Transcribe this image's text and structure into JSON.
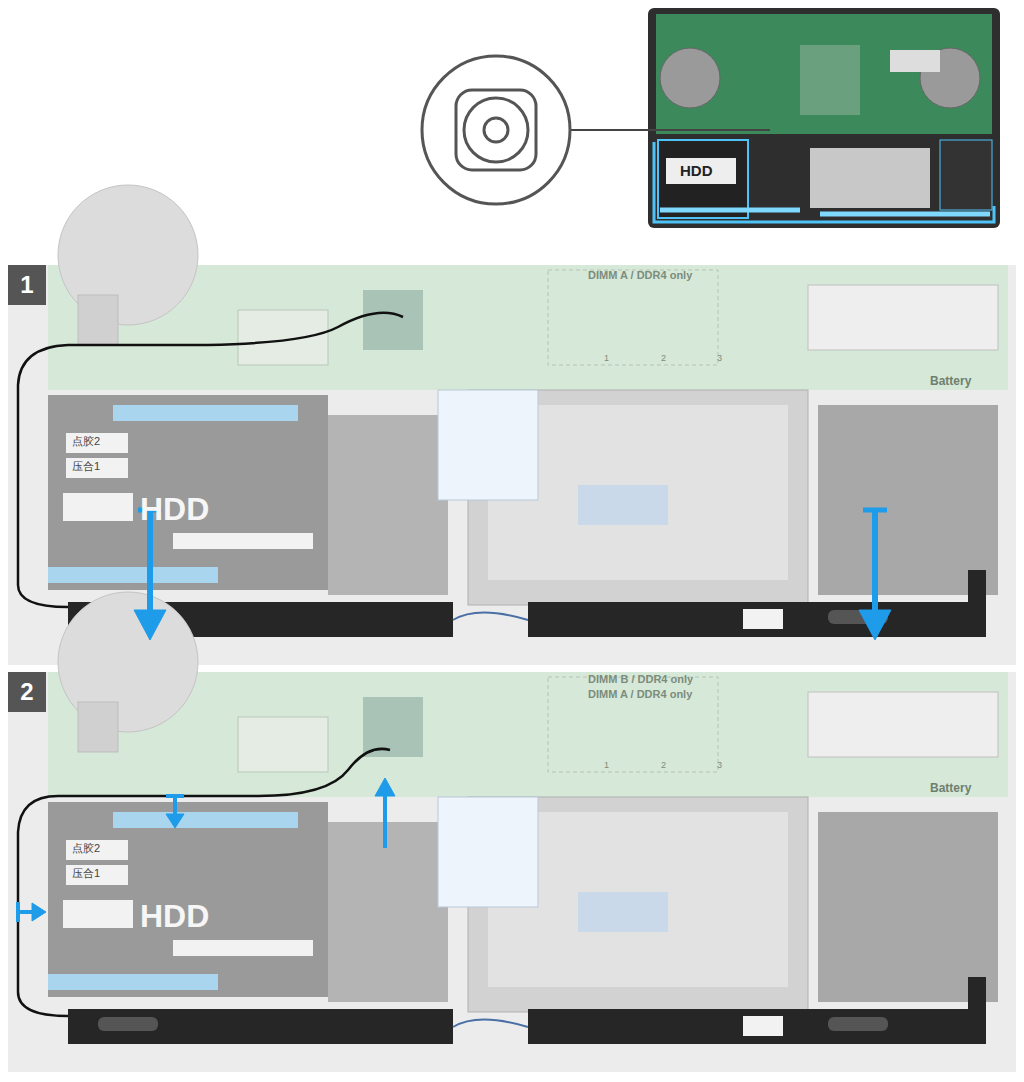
{
  "diagram": {
    "nodes": [
      {
        "text": [
          "1"
        ]
      },
      {
        "text": [
          "2"
        ]
      }
    ],
    "labels": [
      "HDD",
      "DIMM A / DDR4 only",
      "HDD",
      "点胶2",
      "压合1",
      "1",
      "2",
      "3",
      "Battery",
      "DIMM B / DDR4 only",
      "DIMM A / DDR4 only",
      "HDD",
      "点胶2",
      "压合1",
      "1",
      "2",
      "3",
      "Battery"
    ]
  }
}
